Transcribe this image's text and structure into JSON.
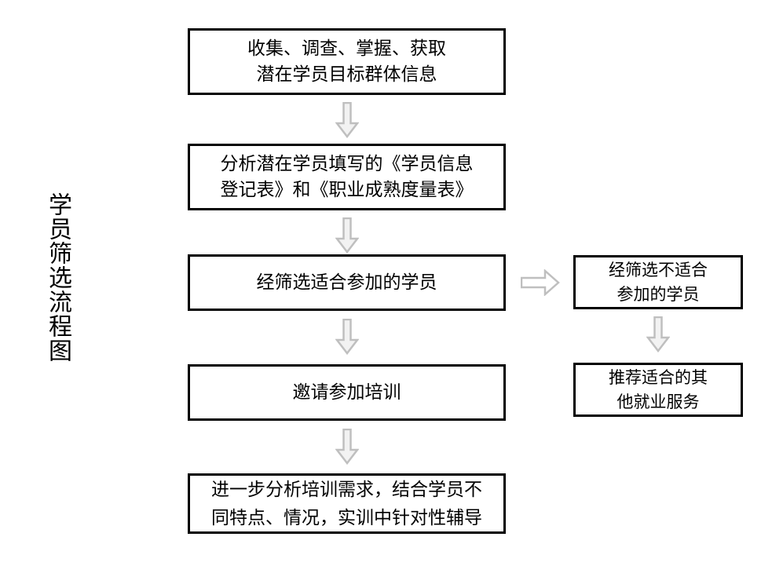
{
  "diagram": {
    "type": "flowchart",
    "title_vertical": "学员筛选流程图",
    "orientation": "top-to-bottom with one branch to the right",
    "colors": {
      "box_border": "#000000",
      "box_fill": "#ffffff",
      "text": "#000000",
      "arrow_stroke": "#bfbfbf",
      "arrow_fill": "#f2f2f2",
      "background": "#ffffff"
    },
    "main_steps": [
      {
        "id": "step-1",
        "text": "收集、调查、掌握、获取\n潜在学员目标群体信息"
      },
      {
        "id": "step-2",
        "text": "分析潜在学员填写的《学员信息\n登记表》和《职业成熟度量表》"
      },
      {
        "id": "step-3",
        "text": "经筛选适合参加的学员"
      },
      {
        "id": "step-4",
        "text": "邀请参加培训"
      },
      {
        "id": "step-5",
        "text": "进一步分析培训需求，结合学员不\n同特点、情况，实训中针对性辅导"
      }
    ],
    "branch_steps": [
      {
        "id": "branch-1",
        "text": "经筛选不适合\n参加的学员"
      },
      {
        "id": "branch-2",
        "text": "推荐适合的其\n他就业服务"
      }
    ],
    "connectors": [
      {
        "id": "connector-1",
        "from": "step-1",
        "to": "step-2",
        "direction": "down"
      },
      {
        "id": "connector-2",
        "from": "step-2",
        "to": "step-3",
        "direction": "down"
      },
      {
        "id": "connector-3",
        "from": "step-3",
        "to": "step-4",
        "direction": "down"
      },
      {
        "id": "connector-4",
        "from": "step-4",
        "to": "step-5",
        "direction": "down"
      },
      {
        "id": "connector-5",
        "from": "step-3",
        "to": "branch-1",
        "direction": "right"
      },
      {
        "id": "connector-6",
        "from": "branch-1",
        "to": "branch-2",
        "direction": "down"
      }
    ]
  }
}
